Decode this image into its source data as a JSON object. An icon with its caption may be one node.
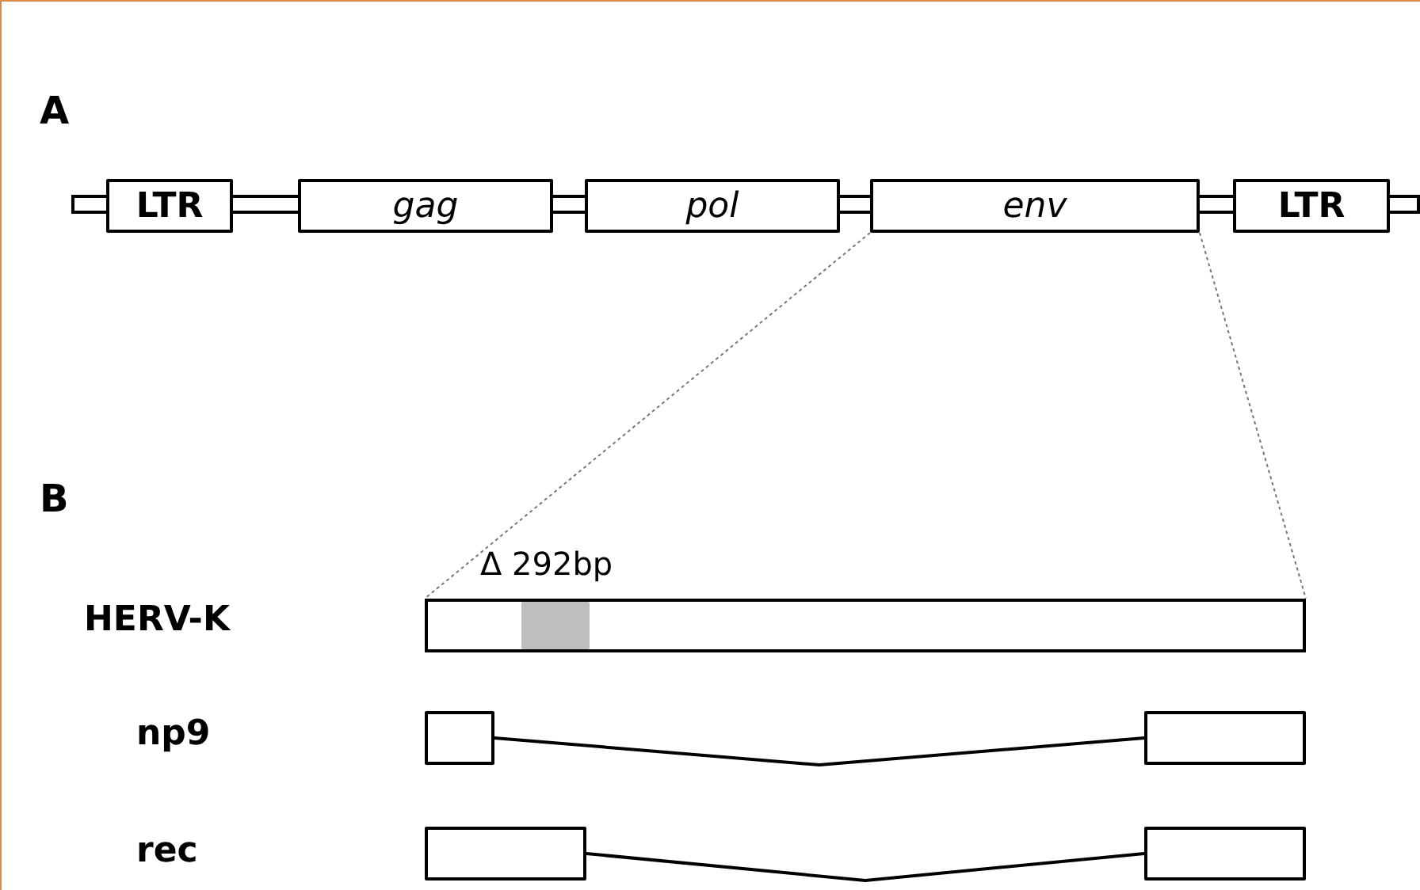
{
  "diagram": {
    "nodes": [
      {
        "text": [
          "LTR"
        ]
      },
      {
        "text": [
          "gag"
        ]
      },
      {
        "text": [
          "pol"
        ]
      },
      {
        "text": [
          "env"
        ]
      },
      {
        "text": [
          "LTR"
        ]
      },
      {
        "text": [],
        "shape": "bar"
      },
      {
        "text": [],
        "shape": "box",
        "in": 5,
        "beside": [
          "Δ 292bp"
        ]
      },
      {
        "text": [],
        "shape": "box"
      },
      {
        "text": [],
        "shape": "box"
      },
      {
        "text": [],
        "shape": "box"
      },
      {
        "text": [],
        "shape": "box"
      }
    ],
    "edges": [
      {
        "from": null,
        "to": 0,
        "arrow": "none"
      },
      {
        "from": 0,
        "to": 1,
        "arrow": "none"
      },
      {
        "from": 1,
        "to": 2,
        "arrow": "none"
      },
      {
        "from": 2,
        "to": 3,
        "arrow": "none"
      },
      {
        "from": 3,
        "to": 4,
        "arrow": "none"
      },
      {
        "from": 4,
        "to": null,
        "arrow": "none"
      },
      {
        "from": 3,
        "to": 5,
        "arrow": "none",
        "style": "dashed",
        "color": "#777777"
      },
      {
        "from": 3,
        "to": 5,
        "arrow": "none",
        "style": "dashed",
        "color": "#777777"
      },
      {
        "from": 7,
        "to": 8,
        "arrow": "none"
      },
      {
        "from": 9,
        "to": 10,
        "arrow": "none"
      }
    ],
    "labels": [
      "A",
      "B",
      "HERV-K",
      "np9",
      "rec"
    ]
  }
}
